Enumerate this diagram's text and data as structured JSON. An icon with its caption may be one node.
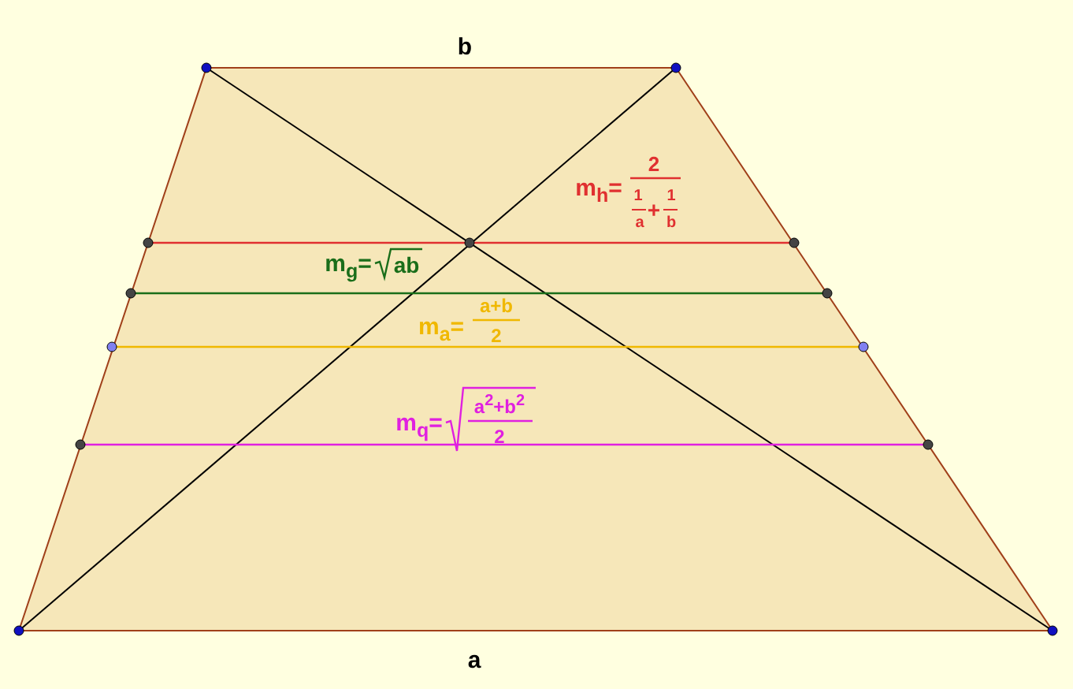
{
  "diagram": {
    "labels": [
      "b",
      "a",
      "m$_{h}$=",
      "2",
      "1",
      "a",
      "+",
      "1",
      "b",
      "m$_{g}$=",
      "ab",
      "m$_{a}$=",
      "a+b",
      "2",
      "m$_{q}$=",
      "a$^{2}$+b$^{2}$",
      "2"
    ]
  }
}
